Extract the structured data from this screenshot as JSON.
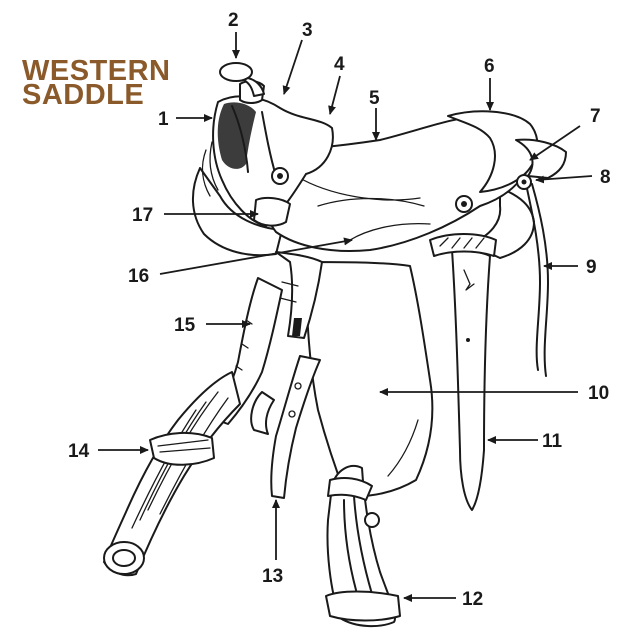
{
  "title": {
    "line1": "WESTERN",
    "line2": "SADDLE",
    "color": "#8a5a2b"
  },
  "callouts": [
    "1",
    "2",
    "3",
    "4",
    "5",
    "6",
    "7",
    "8",
    "9",
    "10",
    "11",
    "12",
    "13",
    "14",
    "15",
    "16",
    "17"
  ]
}
